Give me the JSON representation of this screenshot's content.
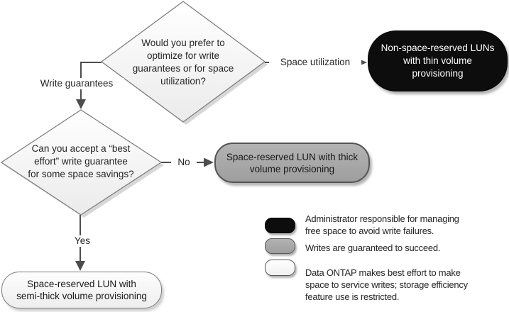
{
  "flowchart": {
    "decision_optimize": {
      "text": "Would you prefer to\noptimize for write\nguarantees or for space\nutilization?"
    },
    "decision_best_effort": {
      "text": "Can you accept a “best\neffort” write guarantee\nfor some space savings?"
    },
    "edge_labels": {
      "space_utilization": "Space utilization",
      "write_guarantees": "Write guarantees",
      "no": "No",
      "yes": "Yes"
    },
    "outcome_thin": {
      "text": "Non-space-reserved LUNs\nwith thin volume\nprovisioning"
    },
    "outcome_thick": {
      "text": "Space-reserved LUN with thick\nvolume provisioning"
    },
    "outcome_semi_thick": {
      "text": "Space-reserved LUN with\nsemi-thick volume provisioning"
    }
  },
  "legend": {
    "items": [
      {
        "swatch": "black-pill",
        "text": "Administrator responsible for managing\nfree space to avoid write failures."
      },
      {
        "swatch": "gray-pill",
        "text": "Writes are guaranteed to succeed."
      },
      {
        "swatch": "white-pill",
        "text": "Data ONTAP makes best effort to make\nspace to service writes; storage efficiency\nfeature use is restricted."
      }
    ]
  },
  "colors": {
    "node_black": "#0d0d0d",
    "node_gray": "#a8a8a8",
    "node_white": "#f7f7f7",
    "connector": "#4d4d4d",
    "text": "#262626"
  }
}
